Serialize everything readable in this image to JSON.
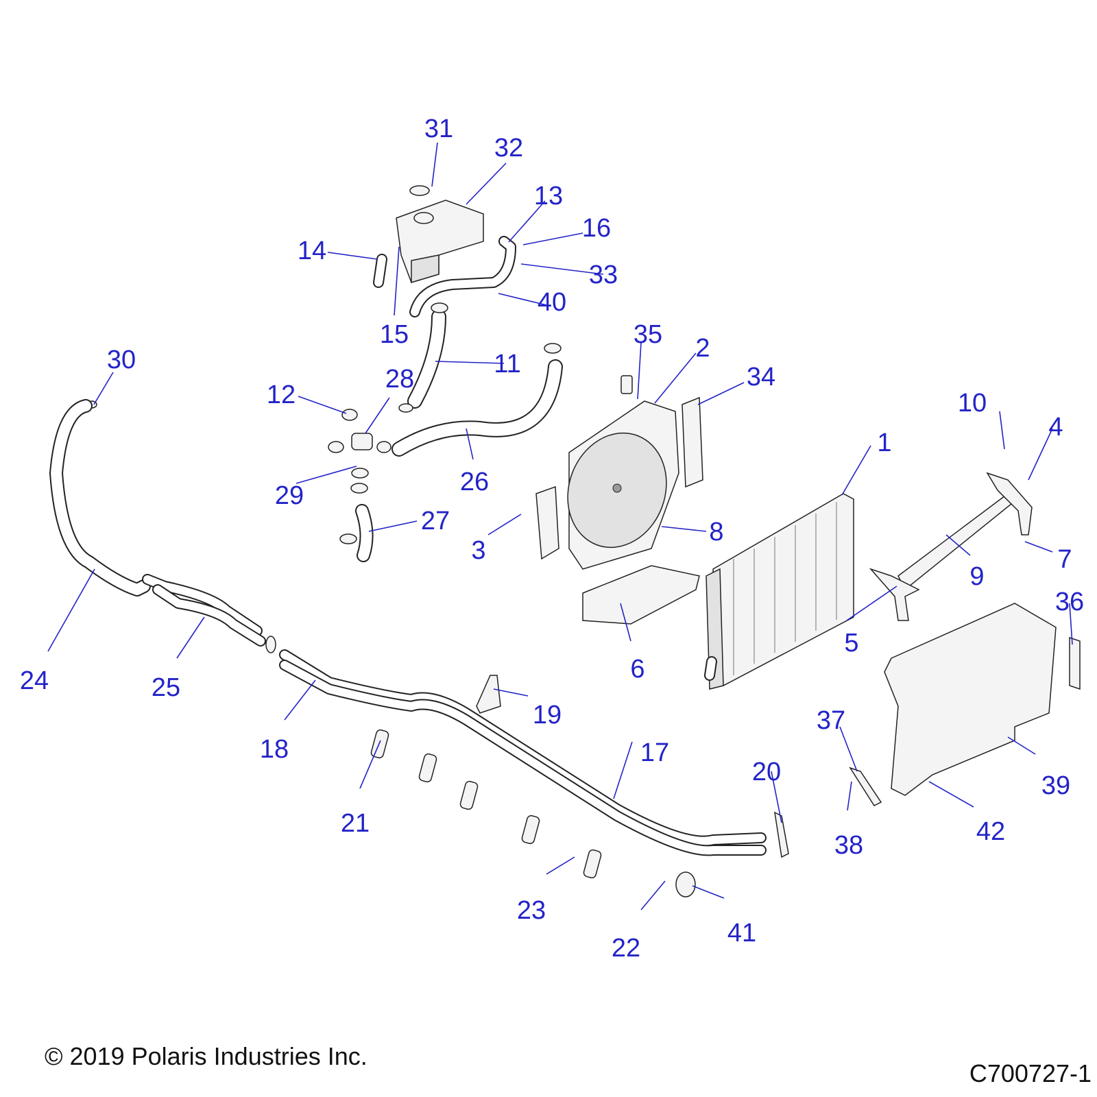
{
  "callouts": [
    "1",
    "2",
    "3",
    "4",
    "5",
    "6",
    "7",
    "8",
    "9",
    "10",
    "11",
    "12",
    "13",
    "14",
    "15",
    "16",
    "17",
    "18",
    "19",
    "20",
    "21",
    "22",
    "23",
    "24",
    "25",
    "26",
    "27",
    "28",
    "29",
    "30",
    "31",
    "32",
    "33",
    "34",
    "35",
    "36",
    "37",
    "38",
    "39",
    "40",
    "41",
    "42"
  ],
  "footer": {
    "copyright": "© 2019 Polaris Industries Inc.",
    "drawing_number": "C700727-1"
  },
  "colors": {
    "callout": "#2323c8",
    "line": "#222222"
  }
}
